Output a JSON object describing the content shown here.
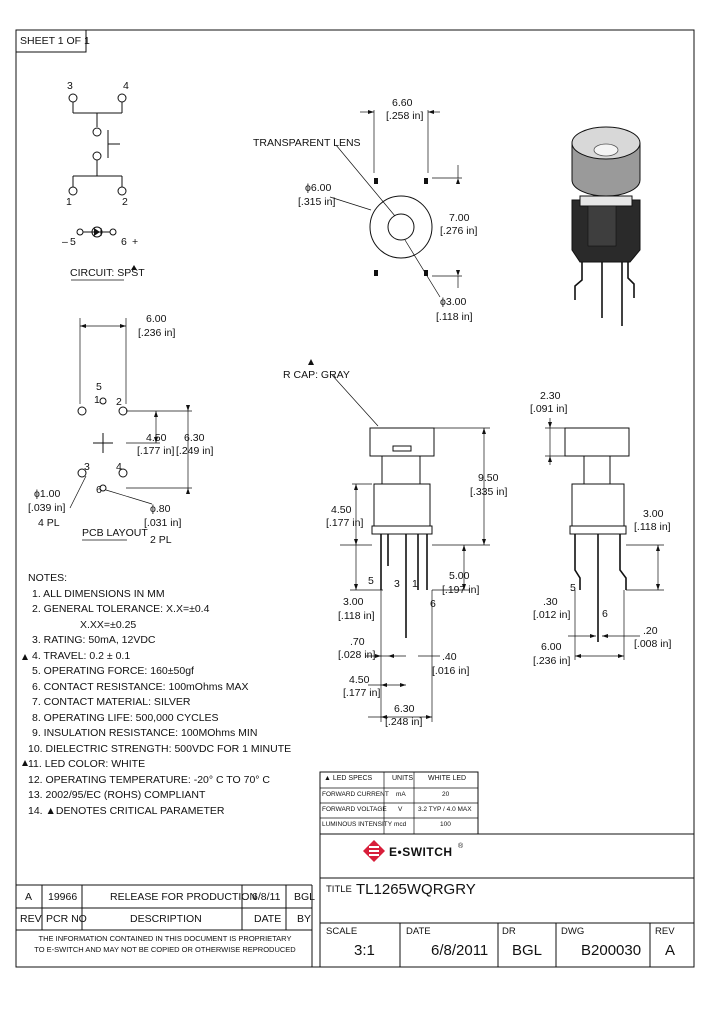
{
  "sheet": "SHEET 1 OF 1",
  "circuit": {
    "caption": "CIRCUIT: SPST",
    "pins": {
      "p1": "1",
      "p2": "2",
      "p3": "3",
      "p4": "4",
      "p5": "5",
      "p6": "6",
      "minus": "–",
      "plus": "+"
    }
  },
  "top_view": {
    "lens_label": "TRANSPARENT LENS",
    "dim_width": "6.60",
    "dim_width_in": "[.258 in]",
    "dim_dia6": "ϕ6.00",
    "dim_dia6_in": "[.315 in]",
    "dim_height": "7.00",
    "dim_height_in": "[.276 in]",
    "dim_dia3": "ϕ3.00",
    "dim_dia3_in": "[.118 in]"
  },
  "pcb": {
    "dim_top": "6.00",
    "dim_top_in": "[.236 in]",
    "dim_450": "4.50",
    "dim_450_in": "[.177 in]",
    "dim_630": "6.30",
    "dim_630_in": "[.249 in]",
    "dim_dia1": "ϕ1.00",
    "dim_dia1_in": "[.039 in]",
    "dim_dia1_qty": "4 PL",
    "dim_dia08": "ϕ.80",
    "dim_dia08_in": "[.031 in]",
    "dim_dia08_qty": "2 PL",
    "caption": "PCB LAYOUT",
    "pins": {
      "p1": "1",
      "p2": "2",
      "p3": "3",
      "p4": "4",
      "p5": "5",
      "p6": "6"
    }
  },
  "side_view": {
    "cap_label": "R CAP: GRAY",
    "dim_950": "9.50",
    "dim_950_in": "[.335 in]",
    "dim_450": "4.50",
    "dim_450_in": "[.177 in]",
    "dim_500": "5.00",
    "dim_500_in": "[.197 in]",
    "dim_300": "3.00",
    "dim_300_in": "[.118 in]",
    "dim_070": ".70",
    "dim_070_in": "[.028 in]",
    "dim_040": ".40",
    "dim_040_in": "[.016 in]",
    "dim_450b": "4.50",
    "dim_450b_in": "[.177 in]",
    "dim_630": "6.30",
    "dim_630_in": "[.248 in]",
    "pins": {
      "p5": "5",
      "p3": "3",
      "p1": "1",
      "p6": "6"
    }
  },
  "end_view": {
    "dim_230": "2.30",
    "dim_230_in": "[.091 in]",
    "dim_300": "3.00",
    "dim_300_in": "[.118 in]",
    "dim_030": ".30",
    "dim_030_in": "[.012 in]",
    "dim_020": ".20",
    "dim_020_in": "[.008 in]",
    "dim_600": "6.00",
    "dim_600_in": "[.236 in]",
    "pins": {
      "p5": "5",
      "p6": "6"
    }
  },
  "notes": {
    "title": "NOTES:",
    "items": [
      "1. ALL DIMENSIONS IN MM",
      "2. GENERAL TOLERANCE: X.X=±0.4",
      "X.XX=±0.25",
      "3. RATING: 50mA, 12VDC",
      "4. TRAVEL: 0.2 ± 0.1",
      "5. OPERATING FORCE: 160±50gf",
      "6. CONTACT RESISTANCE: 100mOhms MAX",
      "7. CONTACT MATERIAL: SILVER",
      "8. OPERATING LIFE: 500,000 CYCLES",
      "9. INSULATION RESISTANCE: 100MOhms MIN",
      "10. DIELECTRIC STRENGTH: 500VDC FOR 1 MINUTE",
      "11. LED COLOR: WHITE",
      "12. OPERATING TEMPERATURE: -20° C TO 70° C",
      "13. 2002/95/EC (ROHS) COMPLIANT",
      "14. ▲DENOTES CRITICAL PARAMETER"
    ]
  },
  "led_table": {
    "headers": [
      "▲ LED SPECS",
      "UNITS",
      "WHITE LED"
    ],
    "rows": [
      [
        "FORWARD CURRENT",
        "mA",
        "20"
      ],
      [
        "FORWARD VOLTAGE",
        "V",
        "3.2 TYP / 4.0 MAX"
      ],
      [
        "LUMINOUS INTENSITY",
        "mcd",
        "100"
      ]
    ]
  },
  "brand": {
    "name": "E•SWITCH",
    "mark": "®",
    "color": "#d81e3a"
  },
  "title_block": {
    "title_label": "TITLE",
    "title": "TL1265WQRGRY",
    "scale_label": "SCALE",
    "scale": "3:1",
    "date_label": "DATE",
    "date": "6/8/2011",
    "dr_label": "DR",
    "dr": "BGL",
    "dwg_label": "DWG",
    "dwg": "B200030",
    "rev_label": "REV",
    "rev": "A"
  },
  "revision": {
    "row": [
      "A",
      "19966",
      "RELEASE FOR PRODUCTION",
      "6/8/11",
      "BGL"
    ],
    "headers": [
      "REV",
      "PCR NO",
      "DESCRIPTION",
      "DATE",
      "BY"
    ]
  },
  "proprietary": [
    "THE INFORMATION CONTAINED IN THIS DOCUMENT IS PROPRIETARY",
    "TO E-SWITCH AND MAY NOT BE COPIED OR OTHERWISE REPRODUCED"
  ]
}
